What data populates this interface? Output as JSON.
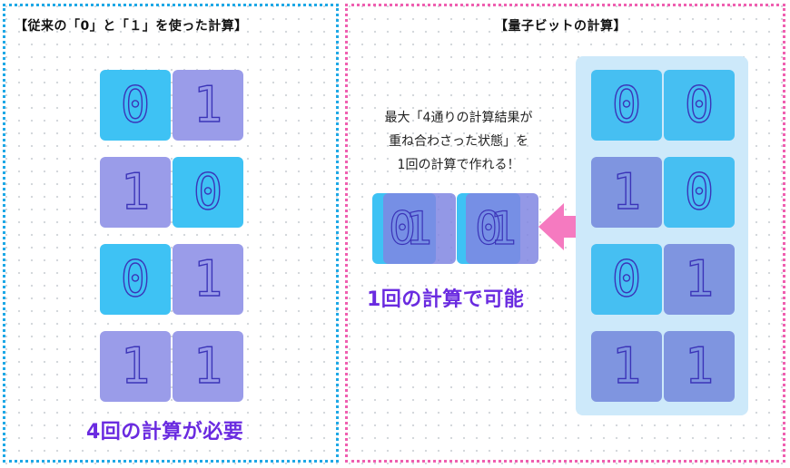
{
  "left_panel": {
    "title": "【従来の「0」と「１」を使った計算】",
    "rows": [
      {
        "a": "0",
        "b": "1"
      },
      {
        "a": "1",
        "b": "0"
      },
      {
        "a": "0",
        "b": "1"
      },
      {
        "a": "1",
        "b": "1"
      }
    ],
    "caption": "4回の計算が必要"
  },
  "right_panel": {
    "title": "【量子ビットの計算】",
    "note_lines": [
      "最大「4通りの計算結果が",
      "重ね合わさった状態」を",
      "1回の計算で作れる！"
    ],
    "superposition": [
      {
        "back": "0",
        "front": "1"
      },
      {
        "back": "0",
        "front": "1"
      }
    ],
    "rows": [
      {
        "a": "0",
        "b": "0"
      },
      {
        "a": "1",
        "b": "0"
      },
      {
        "a": "0",
        "b": "1"
      },
      {
        "a": "1",
        "b": "1"
      }
    ],
    "caption": "1回の計算で可能"
  },
  "colors": {
    "tile_blue": "#3ec2f4",
    "tile_purple": "#9a9ce9",
    "caption_purple": "#6a2be0",
    "arrow_pink": "#f57ac0",
    "left_border": "#1ea8e6",
    "right_border": "#ef5fb0"
  }
}
